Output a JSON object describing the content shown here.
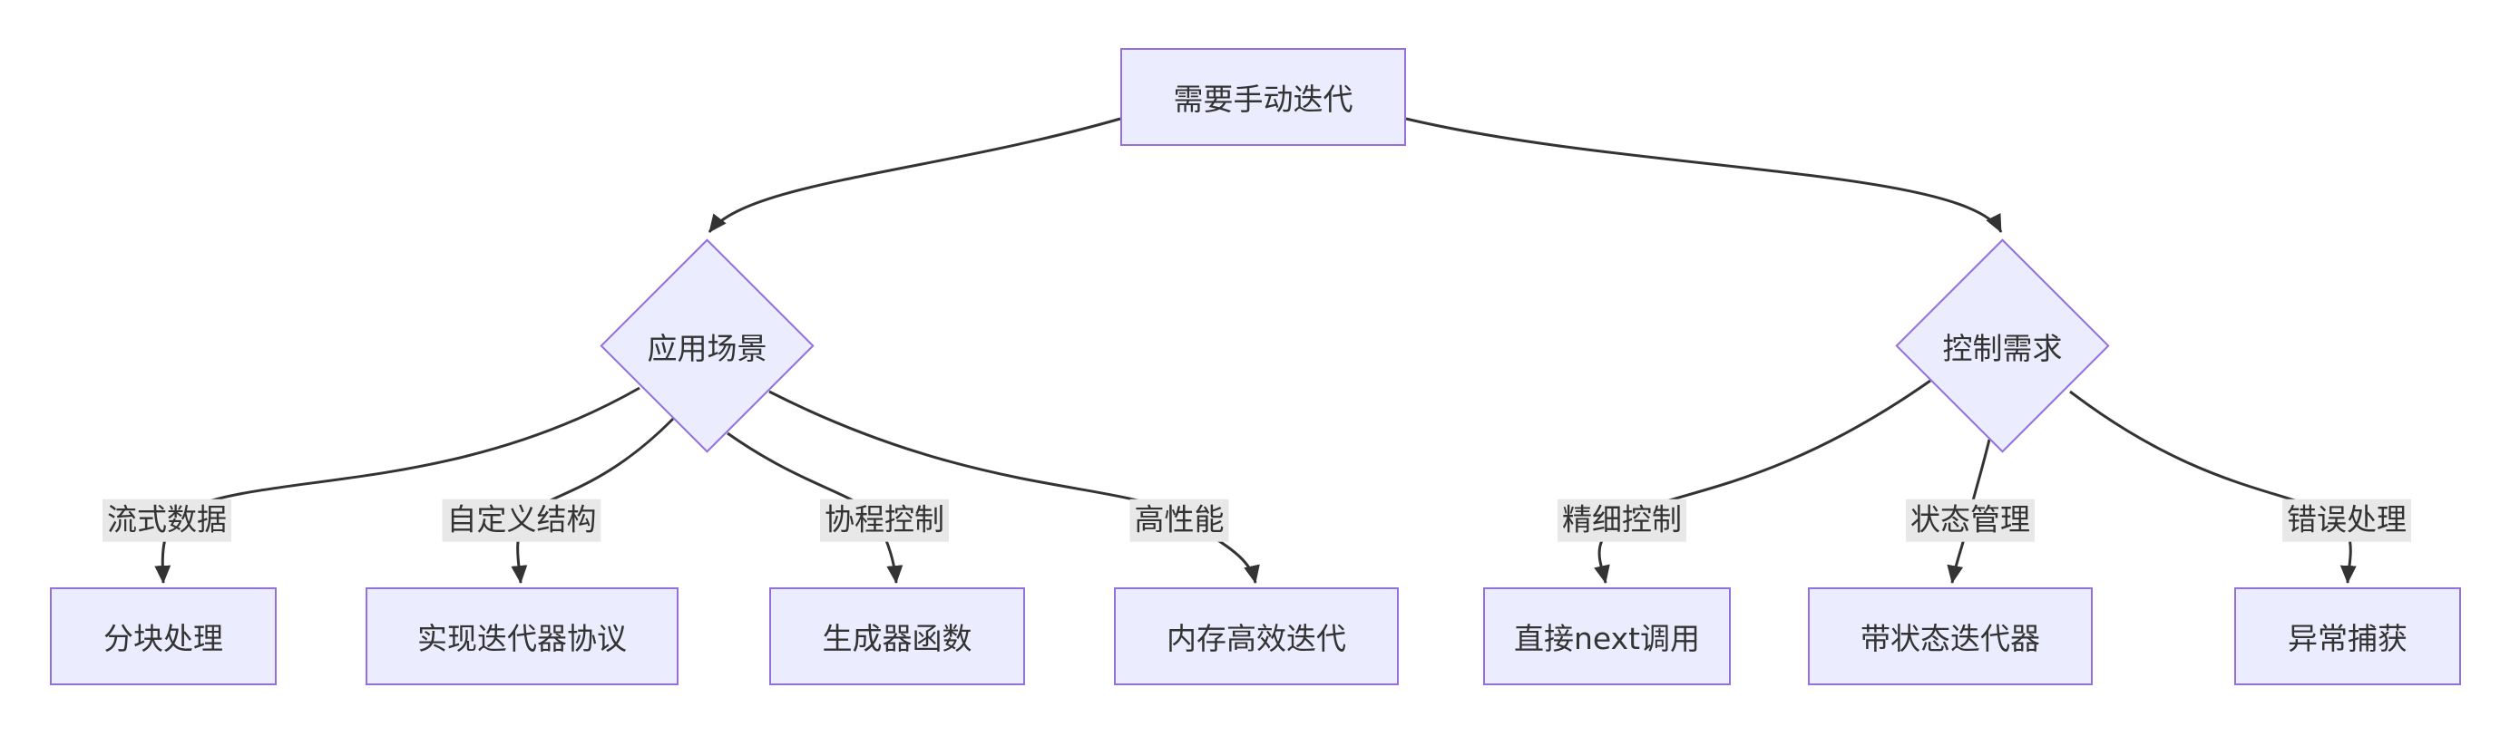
{
  "nodes": {
    "root": {
      "label": "需要手动迭代",
      "shape": "rect"
    },
    "scenario": {
      "label": "应用场景",
      "shape": "diamond"
    },
    "control": {
      "label": "控制需求",
      "shape": "diamond"
    },
    "chunk": {
      "label": "分块处理",
      "shape": "rect"
    },
    "protocol": {
      "label": "实现迭代器协议",
      "shape": "rect"
    },
    "generator": {
      "label": "生成器函数",
      "shape": "rect"
    },
    "memory": {
      "label": "内存高效迭代",
      "shape": "rect"
    },
    "next_call": {
      "label": "直接next调用",
      "shape": "rect"
    },
    "stateful": {
      "label": "带状态迭代器",
      "shape": "rect"
    },
    "exception": {
      "label": "异常捕获",
      "shape": "rect"
    }
  },
  "edges": [
    {
      "from": "root",
      "to": "scenario",
      "label": ""
    },
    {
      "from": "root",
      "to": "control",
      "label": ""
    },
    {
      "from": "scenario",
      "to": "chunk",
      "label": "流式数据"
    },
    {
      "from": "scenario",
      "to": "protocol",
      "label": "自定义结构"
    },
    {
      "from": "scenario",
      "to": "generator",
      "label": "协程控制"
    },
    {
      "from": "scenario",
      "to": "memory",
      "label": "高性能"
    },
    {
      "from": "control",
      "to": "next_call",
      "label": "精细控制"
    },
    {
      "from": "control",
      "to": "stateful",
      "label": "状态管理"
    },
    {
      "from": "control",
      "to": "exception",
      "label": "错误处理"
    }
  ],
  "colors": {
    "node_fill": "#ECECFF",
    "node_border": "#9370DB",
    "edge_line": "#333333",
    "edge_label_bg": "#E8E8E8",
    "text": "#333333",
    "background": "#FFFFFF"
  }
}
